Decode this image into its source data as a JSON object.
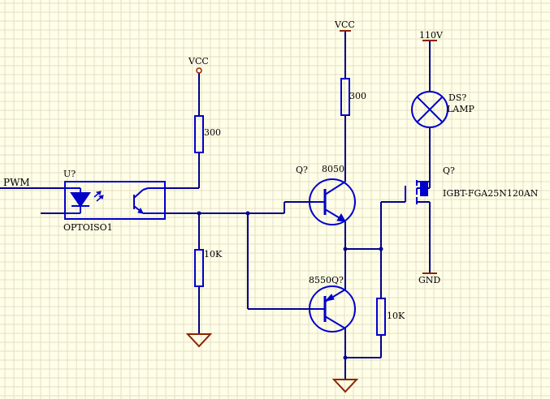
{
  "colors": {
    "background": "#ffffe8",
    "grid": "#e3dcc6",
    "wire": "#00008b",
    "component": "#0000cc",
    "ground": "#8b2500",
    "power": "#8b2500",
    "text": "#000000"
  },
  "labels": {
    "pwm": "PWM",
    "opto_ref": "U?",
    "opto_name": "OPTOISO1",
    "vcc_left": "VCC",
    "r_vcc_left": "300",
    "r_pulldown": "10K",
    "vcc_top": "VCC",
    "r_vcc_top": "300",
    "q_npn_ref": "Q?",
    "q_npn_part": "8050",
    "q_pnp_part": "8550",
    "q_pnp_ref": "Q?",
    "r_bottom": "10K",
    "supply_110": "110V",
    "lamp_ref": "DS?",
    "lamp_name": "LAMP",
    "igbt_ref": "Q?",
    "igbt_part": "IGBT-FGA25N120AN",
    "gnd": "GND"
  }
}
